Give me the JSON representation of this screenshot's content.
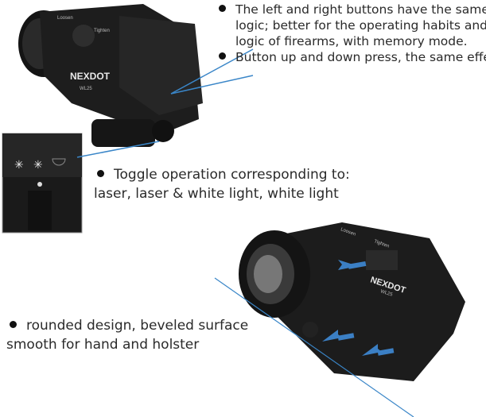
{
  "top_notes": {
    "bullet1_lines": [
      "The left and right buttons have the same",
      "logic;  better for the operating habits and",
      "logic of firearms, with memory mode."
    ],
    "bullet2": "Button up and down press, the same effect"
  },
  "toggle_note": {
    "line1": "Toggle operation corresponding to:",
    "line2": "laser, laser & white light, white light"
  },
  "design_note": {
    "line1": "rounded design, beveled surface",
    "line2": "smooth for hand and holster"
  },
  "product": {
    "brand": "NEXDOT",
    "model": "WL25",
    "loosen": "Loosen",
    "tighten": "Tighten"
  },
  "colors": {
    "arrow": "#3b7fc4",
    "line": "#3a86c8",
    "body": "#1c1c1c"
  }
}
